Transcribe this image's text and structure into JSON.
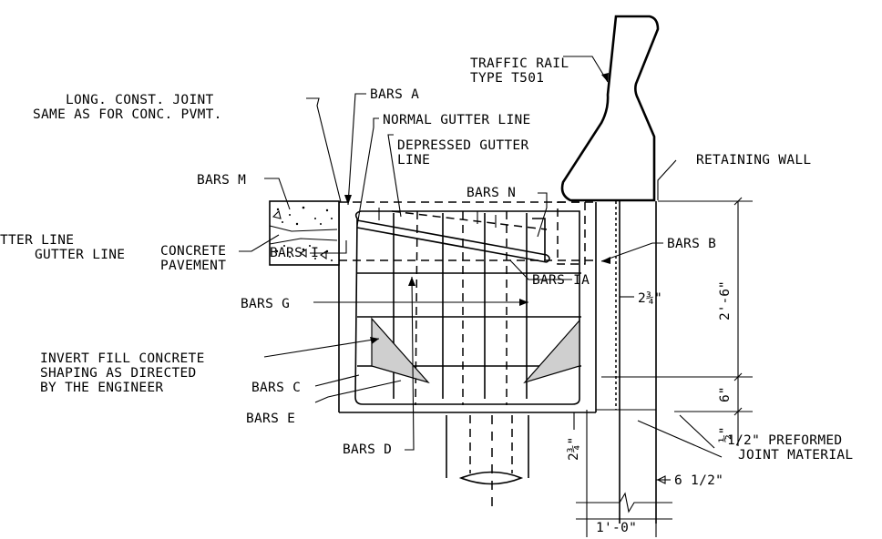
{
  "labels": {
    "traffic_rail_1": "TRAFFIC RAIL",
    "traffic_rail_2": "TYPE T501",
    "bars_a": "BARS A",
    "long_joint_1": "LONG. CONST. JOINT",
    "long_joint_2": "SAME AS FOR CONC. PVMT.",
    "normal_gutter": "NORMAL GUTTER LINE",
    "depressed_gutter_1": "DEPRESSED GUTTER",
    "depressed_gutter_2": "LINE",
    "retaining_wall": "RETAINING WALL",
    "bars_m": "BARS M",
    "bars_n": "BARS N",
    "left_cut_1": "TTER LINE",
    "left_cut_2": "GUTTER LINE",
    "concrete_1": "CONCRETE",
    "concrete_2": "PAVEMENT",
    "bars_i": "BARS I",
    "bars_b": "BARS B",
    "bars_ia": "BARS IA",
    "bars_g": "BARS G",
    "dim_2_3_4_a": "2¾\"",
    "dim_2_6": "2'-6\"",
    "invert_1": "INVERT FILL CONCRETE",
    "invert_2": "SHAPING AS DIRECTED",
    "invert_3": "BY THE ENGINEER",
    "bars_c": "BARS C",
    "bars_e": "BARS E",
    "dim_6": "6\"",
    "dim_half": "½\"",
    "preformed_1": "1/2\" PREFORMED",
    "preformed_2": "JOINT MATERIAL",
    "bars_d": "BARS D",
    "dim_2_3_4_b": "2¾\"",
    "dim_6_half": "6 1/2\"",
    "dim_1_0": "1'-0\""
  }
}
